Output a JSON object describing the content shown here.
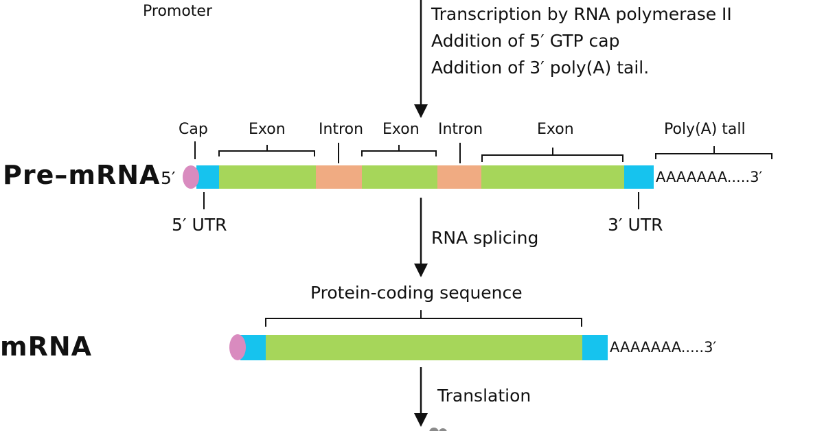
{
  "top": {
    "promoter": "Promoter",
    "steps": [
      "Transcription by RNA polymerase II",
      "Addition of 5′ GTP cap",
      "Addition of 3′ poly(A) tail."
    ]
  },
  "pre_mrna": {
    "title": "Pre–mRNA",
    "five_prime": "5′",
    "labels": {
      "cap": "Cap",
      "exon1": "Exon",
      "intron1": "Intron",
      "exon2": "Exon",
      "intron2": "Intron",
      "exon3": "Exon",
      "polya_tail": "Poly(A) tall"
    },
    "utr5": "5′ UTR",
    "utr3": "3′ UTR",
    "tail": "AAAAAAA.....3′"
  },
  "splicing": "RNA splicing",
  "mrna": {
    "title": "mRNA",
    "coding": "Protein-coding sequence",
    "tail": "AAAAAAA.....3′"
  },
  "translation": "Translation",
  "colors": {
    "cap": "#d98bbf",
    "utr": "#16c3ee",
    "exon": "#a6d65a",
    "intron": "#f0ab82",
    "line": "#111111",
    "ribosome": "#8a8a8a"
  }
}
